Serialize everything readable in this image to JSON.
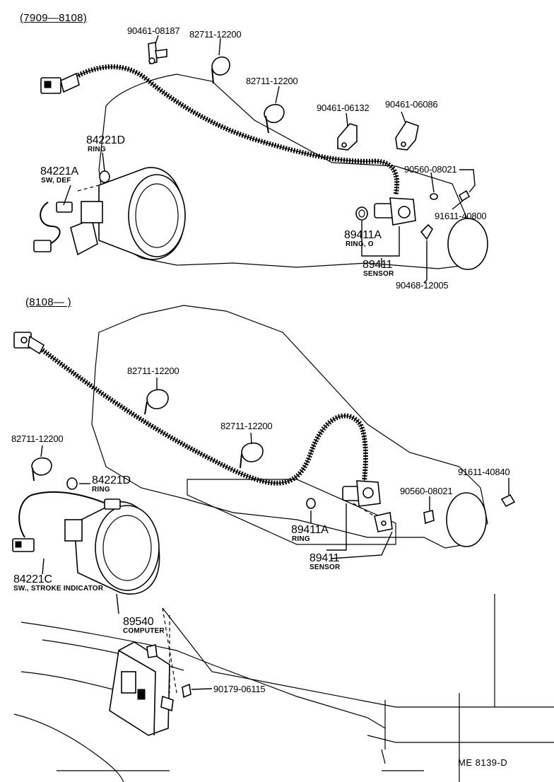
{
  "sections": {
    "top": "(7909—8108)",
    "bottom": "(8108—      )"
  },
  "top_labels": {
    "p_90461_08187": "90461-08187",
    "p_82711_a": "82711-12200",
    "p_82711_b": "82711-12200",
    "p_90461_06132": "90461-06132",
    "p_90461_06086": "90461-06086",
    "p_84221D": "84221D",
    "p_84221D_desc": "RING",
    "p_84221A": "84221A",
    "p_84221A_desc": "SW, DEF",
    "p_90560": "90560-08021",
    "p_91611": "91611-40800",
    "p_89411A": "89411A",
    "p_89411A_desc": "RING, O",
    "p_89411": "89411",
    "p_89411_desc": "SENSOR",
    "p_90468": "90468-12005"
  },
  "bottom_labels": {
    "p_82711_a": "82711-12200",
    "p_82711_b": "82711-12200",
    "p_82711_c": "82711-12200",
    "p_84221D": "84221D",
    "p_84221D_desc": "RING",
    "p_91611": "91611-40840",
    "p_90560": "90560-08021",
    "p_89411A": "89411A",
    "p_89411A_desc": "RING",
    "p_89411": "89411",
    "p_89411_desc": "SENSOR",
    "p_84221C": "84221C",
    "p_84221C_desc": "SW., STROKE INDICATOR",
    "p_89540": "89540",
    "p_89540_desc": "COMPUTER",
    "p_90179": "90179-06115"
  },
  "reference_code": "ME  8139-D"
}
